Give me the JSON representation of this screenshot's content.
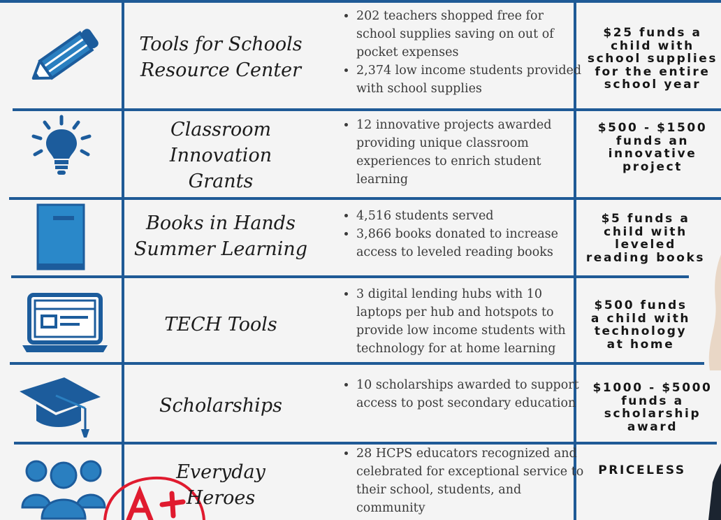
{
  "colors": {
    "rule": "#1f5a96",
    "icon_blue": "#2a7fc0",
    "icon_dark": "#1c5c9c",
    "stamp_red": "#e01b2f"
  },
  "programs": [
    {
      "icon": "pencil-icon",
      "name": [
        "Tools for Schools",
        "Resource Center"
      ],
      "bullets": [
        "202 teachers shopped free for school supplies saving on out of pocket expenses",
        "2,374 low income students provided with school supplies"
      ],
      "cost": [
        "$25 funds a",
        "child with",
        "school supplies",
        "for the entire",
        "school year"
      ]
    },
    {
      "icon": "lightbulb-icon",
      "name": [
        "Classroom Innovation",
        "Grants"
      ],
      "bullets": [
        "12 innovative projects awarded providing unique classroom experiences to enrich student learning"
      ],
      "cost": [
        "$500 - $1500",
        "funds an",
        "innovative",
        "project"
      ]
    },
    {
      "icon": "book-icon",
      "name": [
        "Books in Hands",
        "Summer Learning"
      ],
      "bullets": [
        "4,516 students served",
        "3,866 books donated to increase access to leveled reading books"
      ],
      "cost": [
        "$5 funds a",
        "child with",
        "leveled",
        "reading books"
      ]
    },
    {
      "icon": "laptop-icon",
      "name": [
        "TECH Tools"
      ],
      "bullets": [
        "3 digital lending hubs with 10 laptops per hub and hotspots to provide low income students with technology for at home learning"
      ],
      "cost": [
        "$500 funds",
        "a child with",
        "technology",
        "at home"
      ]
    },
    {
      "icon": "graduation-cap-icon",
      "name": [
        "Scholarships"
      ],
      "bullets": [
        "10 scholarships awarded to support access to post secondary education"
      ],
      "cost": [
        "$1000 - $5000",
        "funds a",
        "scholarship",
        "award"
      ]
    },
    {
      "icon": "people-group-icon",
      "name": [
        "Everyday",
        "Heroes"
      ],
      "bullets": [
        "28 HCPS educators recognized and celebrated for exceptional service to their school, students, and community"
      ],
      "cost": [
        "PRICELESS"
      ]
    }
  ]
}
